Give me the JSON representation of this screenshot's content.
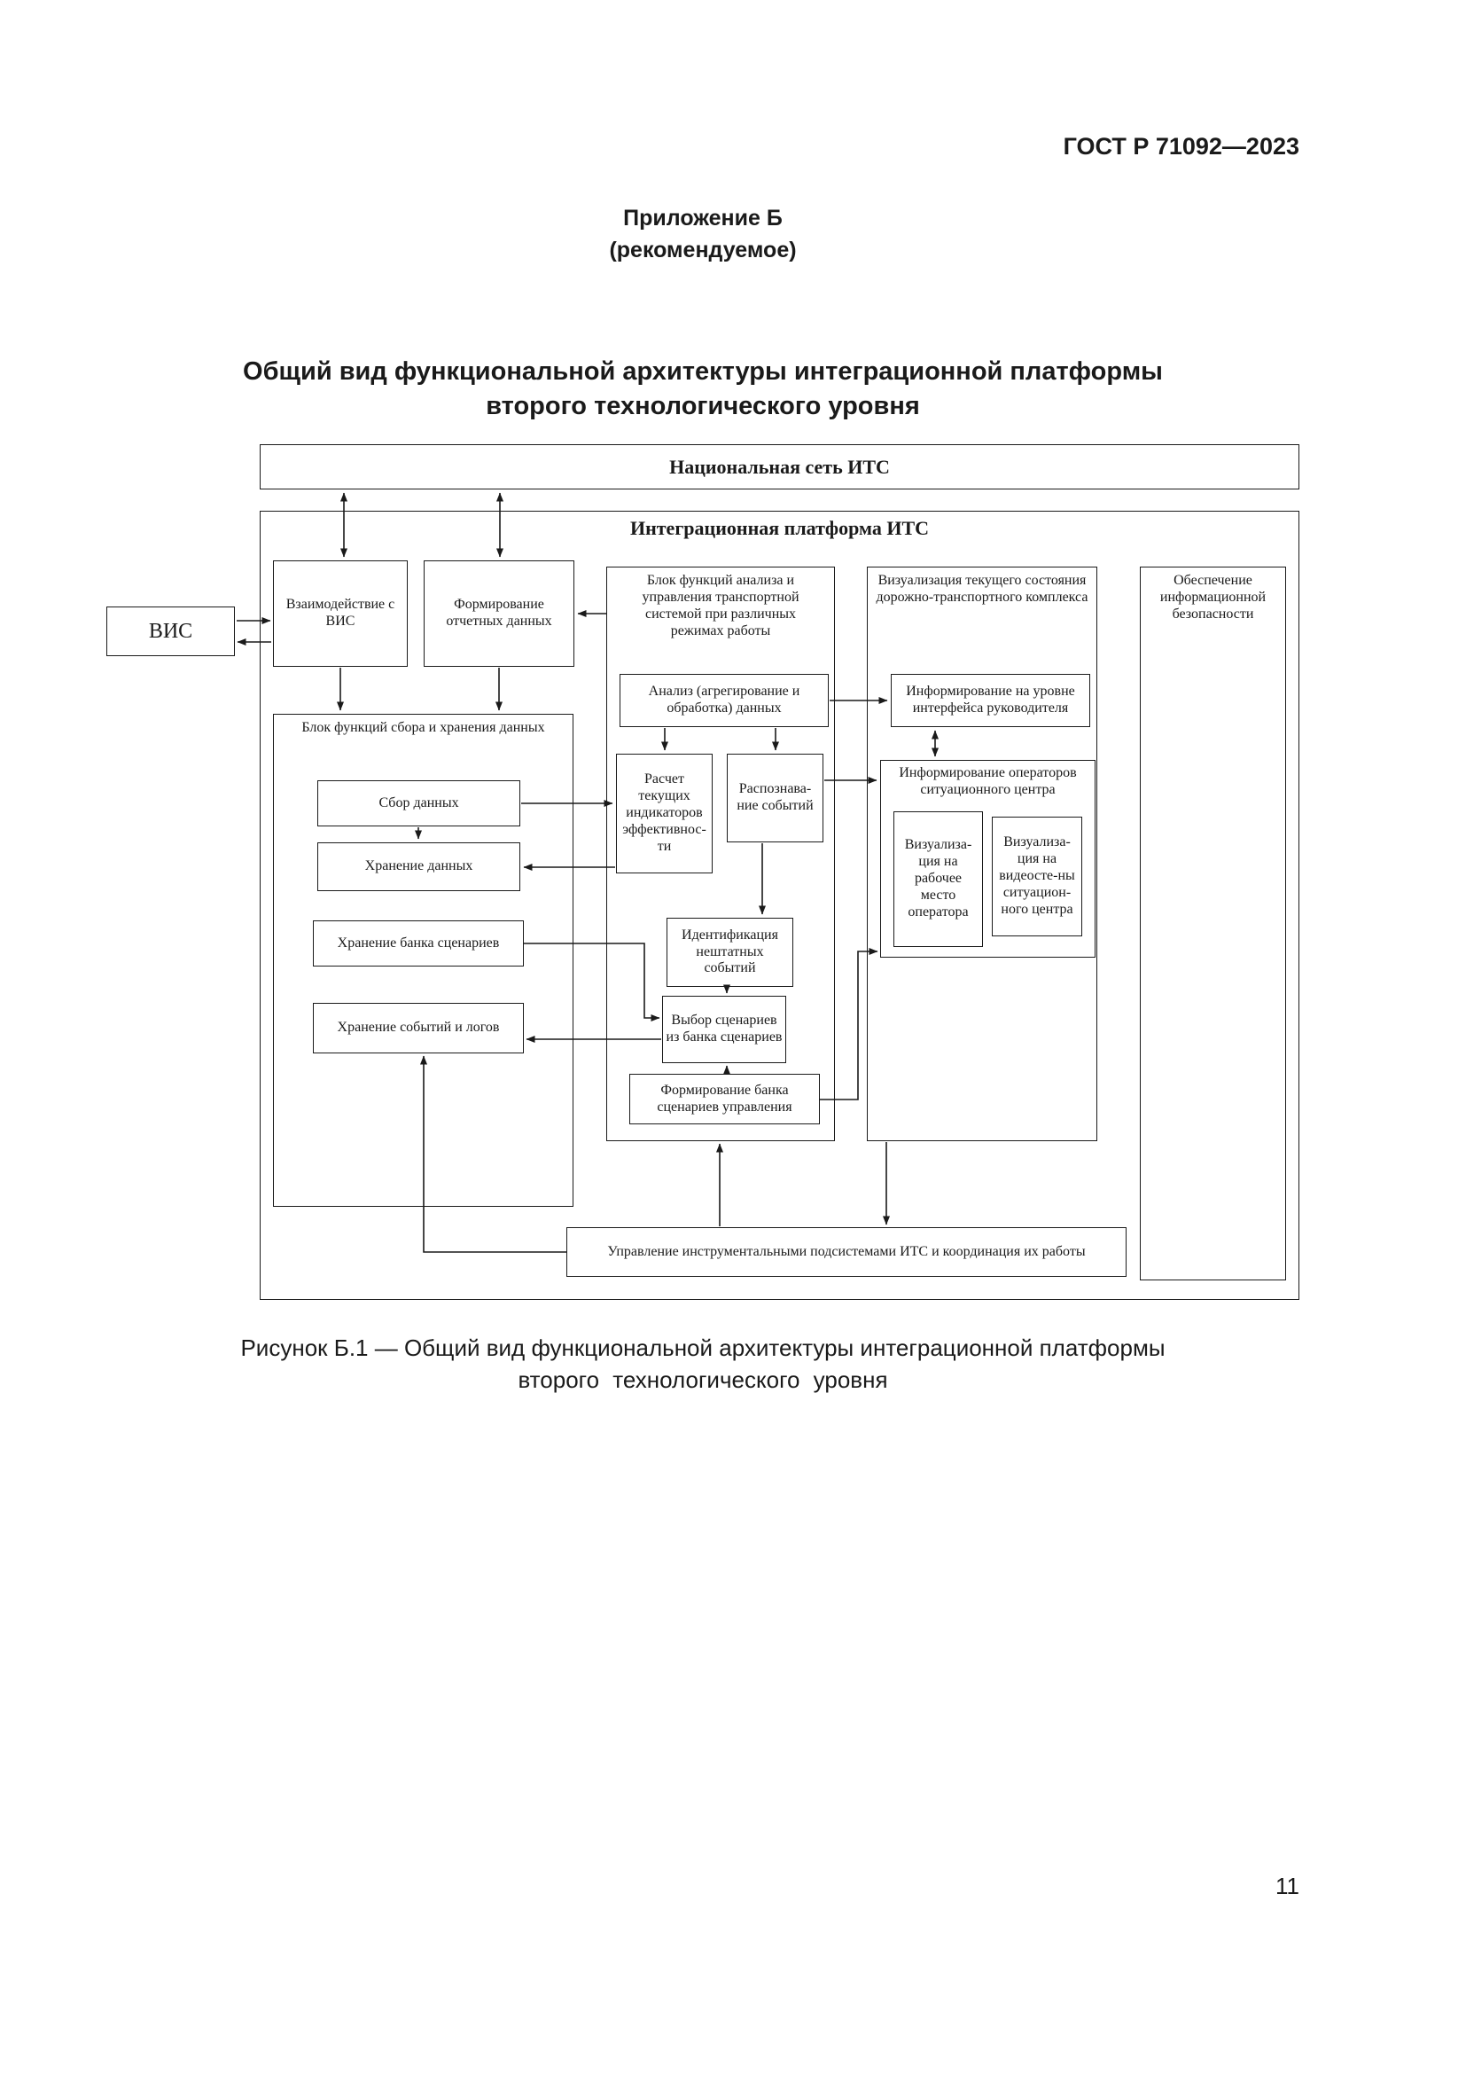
{
  "colors": {
    "ink": "#1a1a1a",
    "paper": "#ffffff"
  },
  "page": {
    "header": "ГОСТ Р 71092—2023",
    "appendix_title": "Приложение Б",
    "appendix_note": "(рекомендуемое)",
    "title_line1": "Общий вид функциональной архитектуры интеграционной платформы",
    "title_line2": "второго технологического уровня",
    "caption_line1": "Рисунок Б.1 — Общий вид функциональной архитектуры интеграционной платформы",
    "caption_line2": "второго технологического уровня",
    "page_number": "11"
  },
  "diagram": {
    "network": "Национальная сеть ИТС",
    "platform": "Интеграционная платформа ИТС",
    "vis": "ВИС",
    "vis_interaction": "Взаимодействие с ВИС",
    "report_generation": "Формирование отчетных данных",
    "analysis_block": "Блок функций анализа и управления транспортной системой при различных режимах работы",
    "viz_block": "Визуализация текущего состояния дорожно-транспортного комплекса",
    "security": "Обеспечение информационной безопасности",
    "data_analysis": "Анализ (агрегирование и обработка) данных",
    "head_informing": "Информирование на уровне интерфейса руководителя",
    "collection_block": "Блок функций сбора и хранения данных",
    "data_collection": "Сбор данных",
    "data_storage": "Хранение данных",
    "kpi_calculation": "Расчет текущих индикаторов эффективнос-ти",
    "event_recognition": "Распознава-ние событий",
    "operator_informing": "Информирование операторов ситуационного центра",
    "workplace_viz": "Визуализа-ция на рабочее место оператора",
    "videowall_viz": "Визуализа-ция на видеосте-ны ситуацион-ного центра",
    "scenario_bank_storage": "Хранение банка сценариев",
    "event_log_storage": "Хранение событий и логов",
    "incident_identification": "Идентификация нештатных событий",
    "scenario_selection": "Выбор сценариев из банка сценариев",
    "scenario_bank_formation": "Формирование банка сценариев управления",
    "subsystem_control": "Управление инструментальными подсистемами ИТС и координация их работы"
  }
}
